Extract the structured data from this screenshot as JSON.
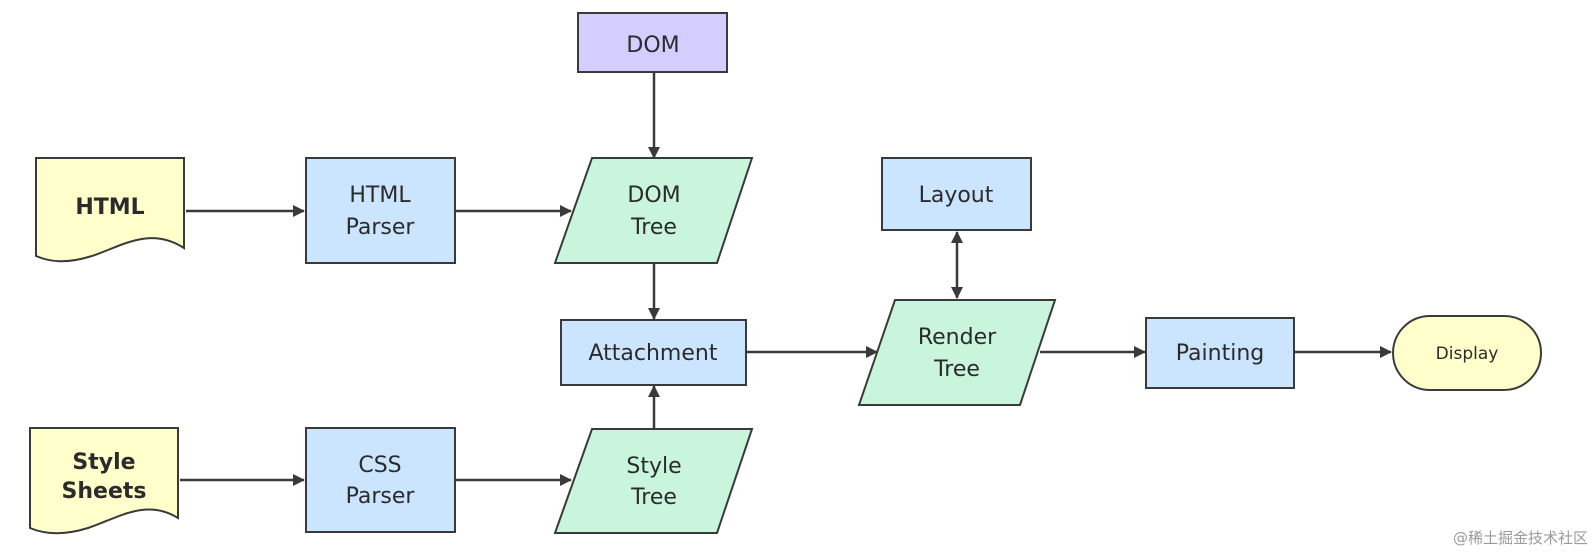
{
  "diagram": {
    "nodes": {
      "dom": {
        "line1": "DOM"
      },
      "html_doc": {
        "line1": "HTML"
      },
      "html_parser": {
        "line1": "HTML",
        "line2": "Parser"
      },
      "dom_tree": {
        "line1": "DOM",
        "line2": "Tree"
      },
      "layout": {
        "line1": "Layout"
      },
      "attachment": {
        "line1": "Attachment"
      },
      "render_tree": {
        "line1": "Render",
        "line2": "Tree"
      },
      "painting": {
        "line1": "Painting"
      },
      "display": {
        "line1": "Display"
      },
      "style_sheets": {
        "line1": "Style",
        "line2": "Sheets"
      },
      "css_parser": {
        "line1": "CSS",
        "line2": "Parser"
      },
      "style_tree": {
        "line1": "Style",
        "line2": "Tree"
      }
    },
    "colors": {
      "process_fill": "#cce5ff",
      "data_fill": "#c8f5dc",
      "document_fill": "#ffffcc",
      "dom_fill": "#d4cdff",
      "stroke": "#3a3a3a"
    }
  },
  "watermark": "@稀土掘金技术社区"
}
